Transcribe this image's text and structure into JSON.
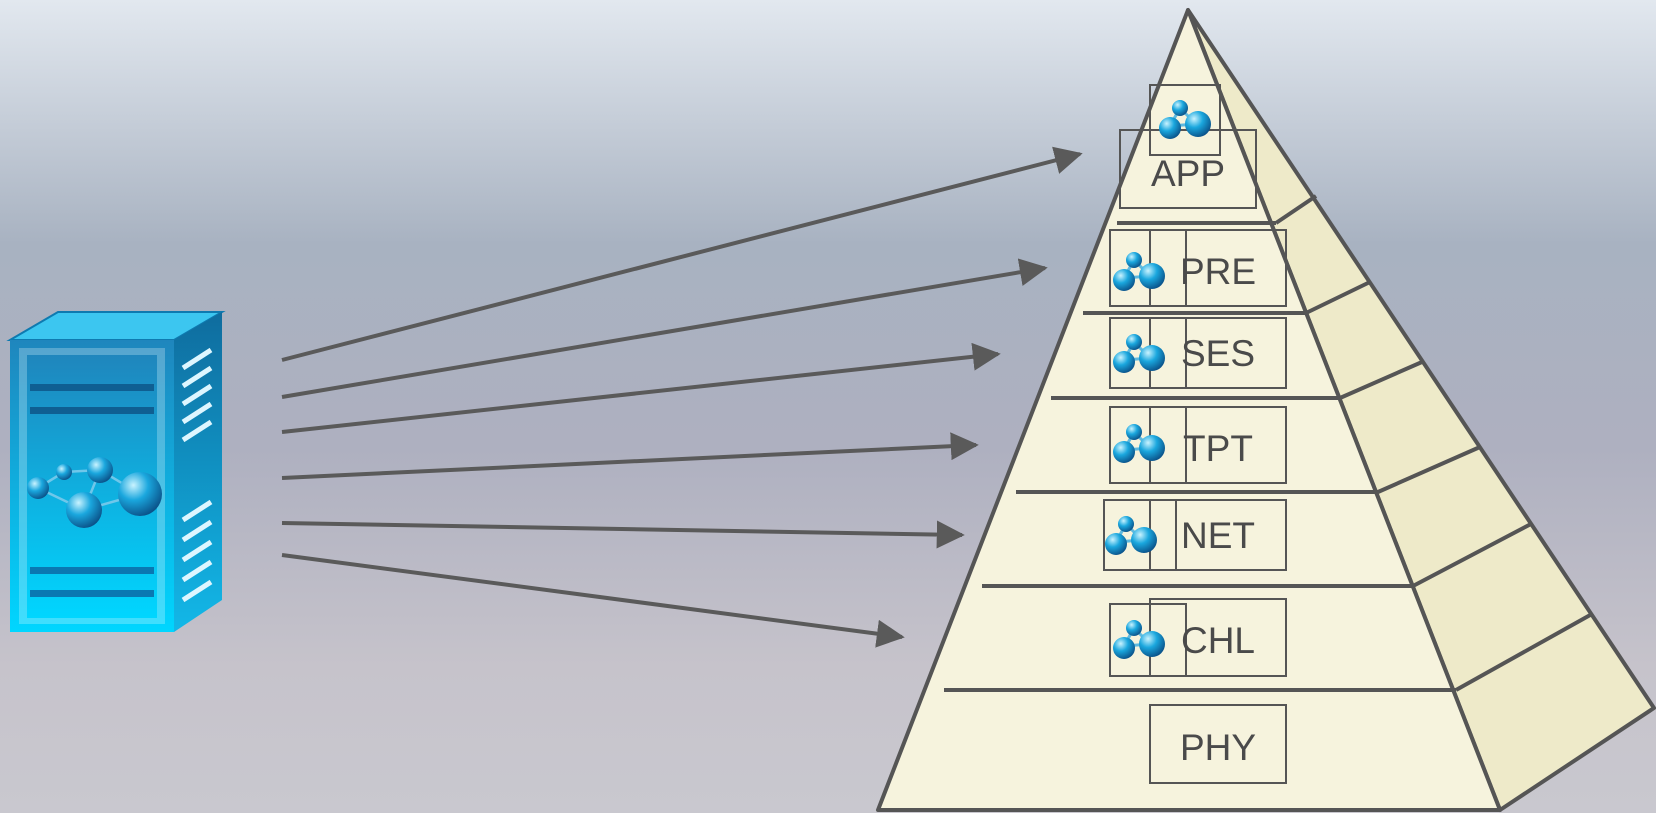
{
  "diagram": {
    "source": {
      "icon": "server-tower-icon"
    },
    "layers": [
      {
        "key": "app",
        "label": "APP",
        "icon": "molecule-icon"
      },
      {
        "key": "pre",
        "label": "PRE",
        "icon": "molecule-icon"
      },
      {
        "key": "ses",
        "label": "SES",
        "icon": "molecule-icon"
      },
      {
        "key": "tpt",
        "label": "TPT",
        "icon": "molecule-icon"
      },
      {
        "key": "net",
        "label": "NET",
        "icon": "molecule-icon"
      },
      {
        "key": "chl",
        "label": "CHL",
        "icon": "molecule-icon"
      },
      {
        "key": "phy",
        "label": "PHY",
        "icon": ""
      }
    ],
    "colors": {
      "pyramid_fill": "#f6f3dd",
      "pyramid_side": "#eeeac9",
      "line": "#555555",
      "arrow": "#5a5a5a",
      "server_light": "#00d4ff",
      "server_dark": "#0d6fa3"
    }
  }
}
